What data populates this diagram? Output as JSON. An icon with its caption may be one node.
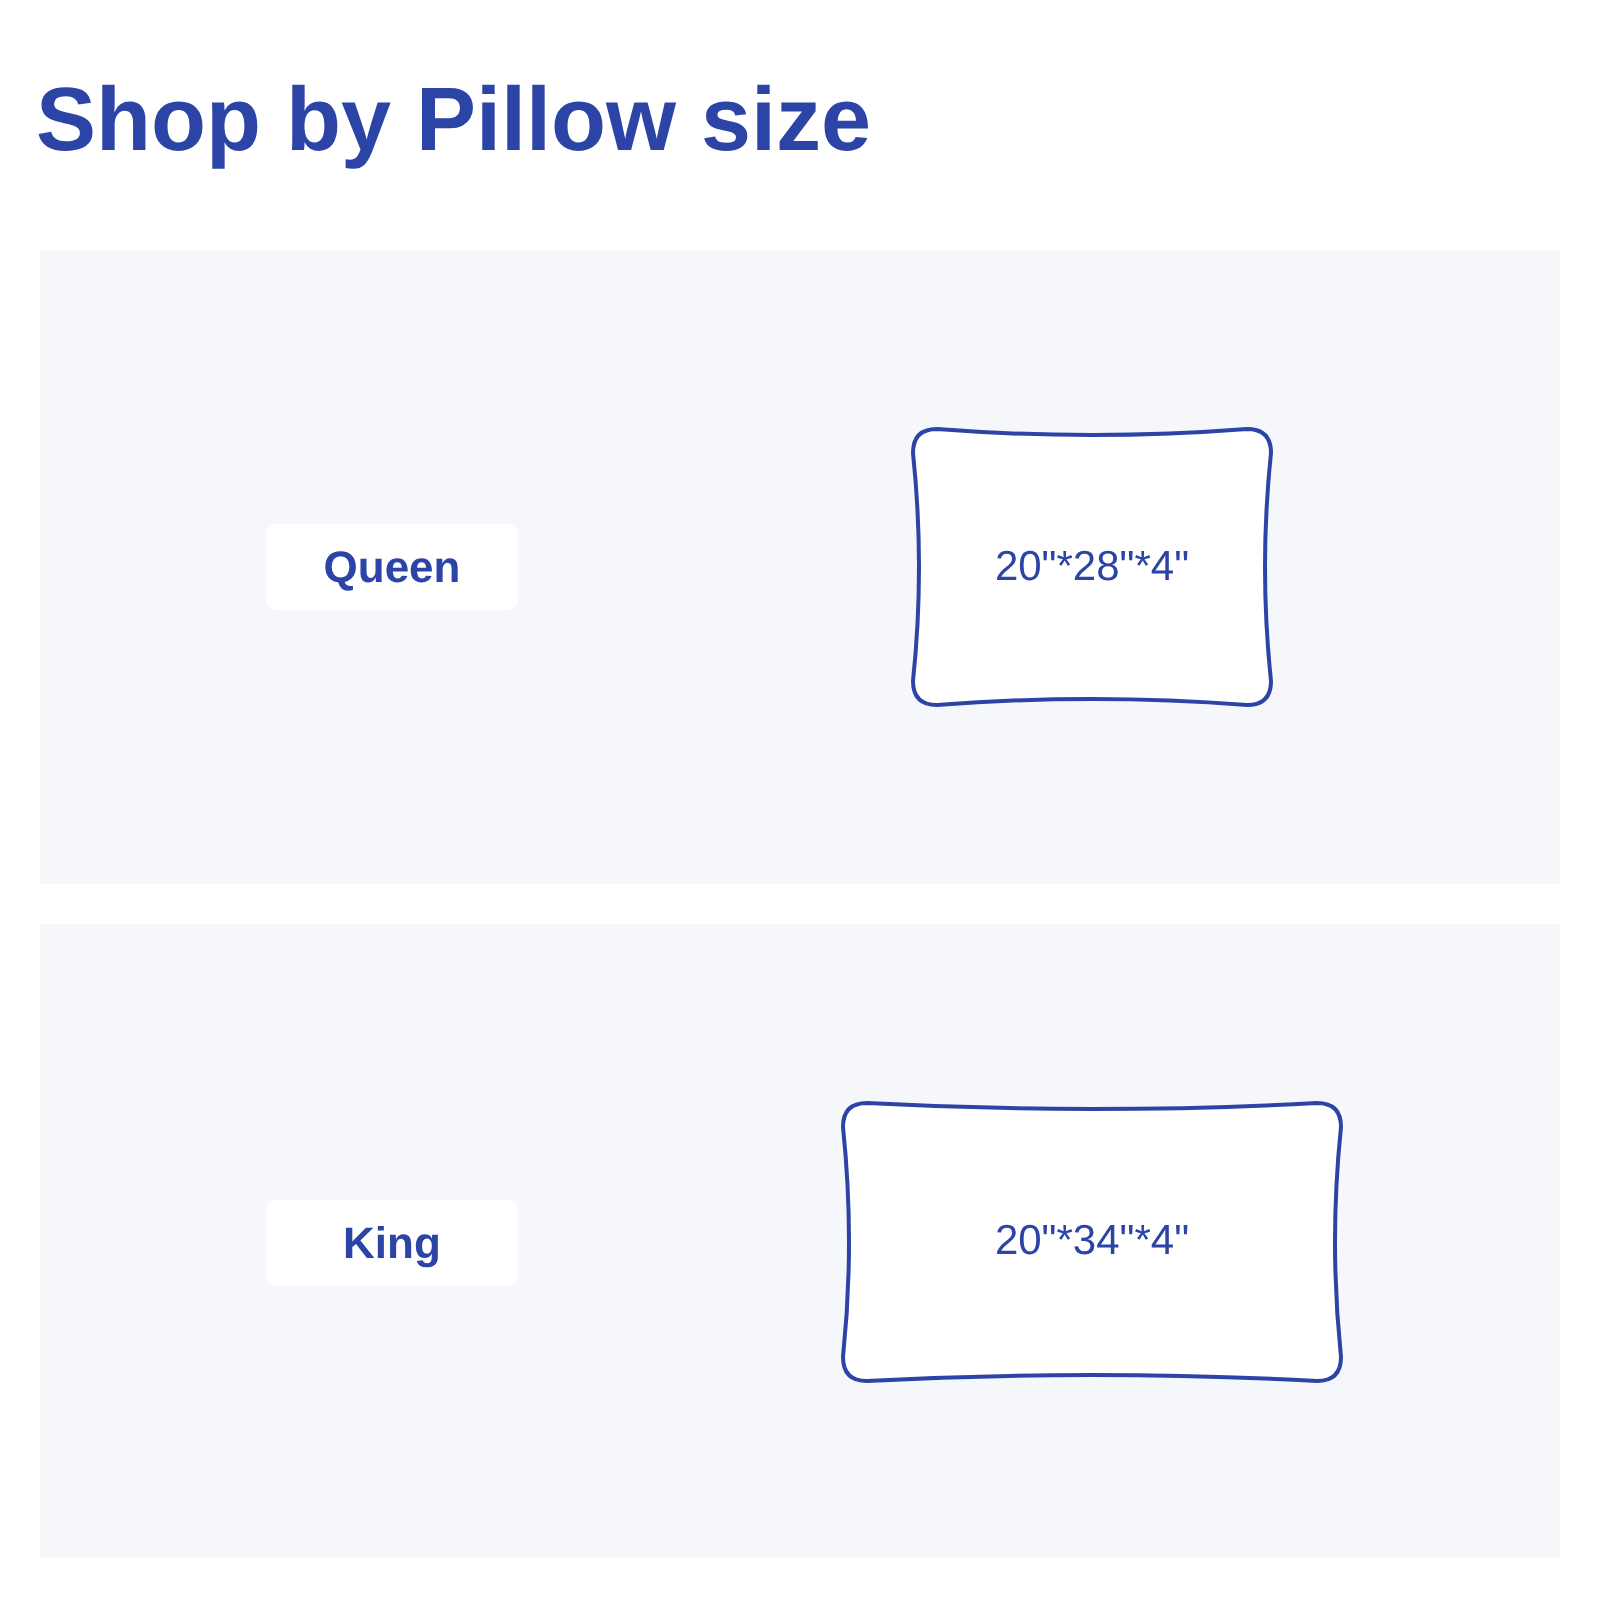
{
  "diagram": {
    "title": "Shop by Pillow size",
    "nodes": [
      {
        "text": [],
        "shape": "box"
      },
      {
        "text": [
          "Queen"
        ],
        "in": 0
      },
      {
        "text": [
          "20\"*28\"*4\""
        ],
        "in": 0
      },
      {
        "text": [],
        "shape": "box"
      },
      {
        "text": [
          "King"
        ],
        "in": 3
      },
      {
        "text": [
          "20\"*34\"*4\""
        ],
        "in": 3
      }
    ]
  }
}
